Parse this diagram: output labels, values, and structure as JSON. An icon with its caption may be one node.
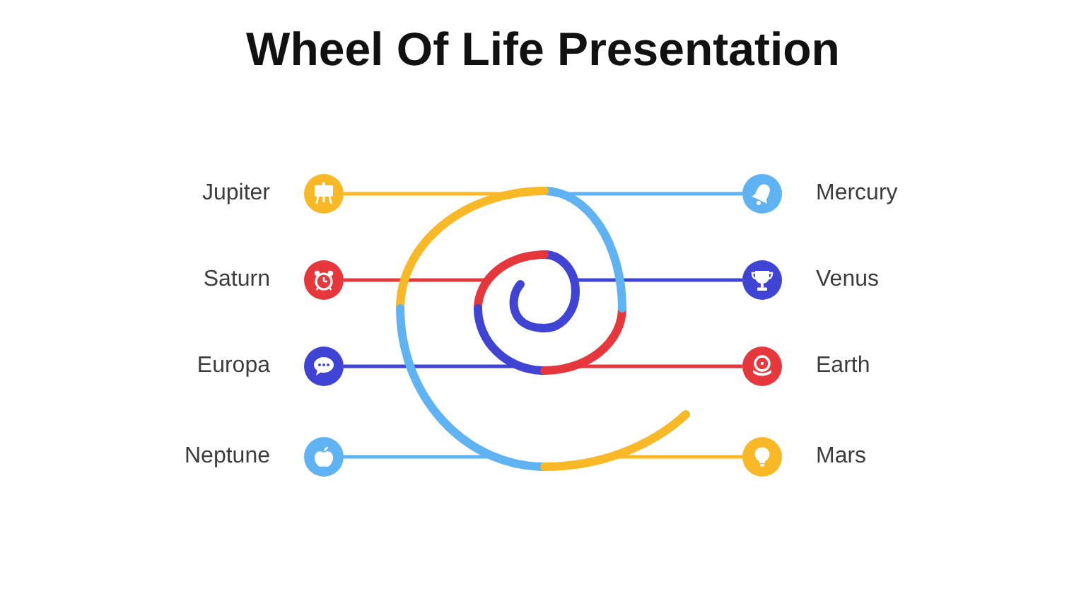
{
  "diagram": {
    "title": "Wheel Of Life Presentation",
    "nodes": [
      {
        "text": [],
        "shape": "circle",
        "beside": [
          "Jupiter"
        ]
      },
      {
        "text": [],
        "shape": "circle",
        "beside": [
          "Mercury"
        ]
      },
      {
        "text": [],
        "shape": "circle",
        "beside": [
          "Saturn"
        ]
      },
      {
        "text": [],
        "shape": "circle",
        "beside": [
          "Venus"
        ]
      },
      {
        "text": [],
        "shape": "circle",
        "beside": [
          "Europa"
        ]
      },
      {
        "text": [],
        "shape": "circle",
        "beside": [
          "Earth"
        ]
      },
      {
        "text": [],
        "shape": "circle",
        "beside": [
          "Neptune"
        ]
      },
      {
        "text": [],
        "shape": "circle",
        "beside": [
          "Mars"
        ]
      },
      {
        "text": [],
        "shape": "spiral"
      }
    ],
    "edges": [
      {
        "from": 0,
        "to": 8,
        "arrow": "none",
        "color": "#f9b826"
      },
      {
        "from": 1,
        "to": 8,
        "arrow": "none",
        "color": "#5fb3f3"
      },
      {
        "from": 2,
        "to": 8,
        "arrow": "none",
        "color": "#e6383c"
      },
      {
        "from": 3,
        "to": 8,
        "arrow": "none",
        "color": "#3f44d4"
      },
      {
        "from": 4,
        "to": 8,
        "arrow": "none",
        "color": "#3f44d4"
      },
      {
        "from": 5,
        "to": 8,
        "arrow": "none",
        "color": "#e6383c"
      },
      {
        "from": 6,
        "to": 8,
        "arrow": "none",
        "color": "#5fb3f3"
      },
      {
        "from": 7,
        "to": 8,
        "arrow": "none",
        "color": "#f9b826"
      }
    ]
  }
}
